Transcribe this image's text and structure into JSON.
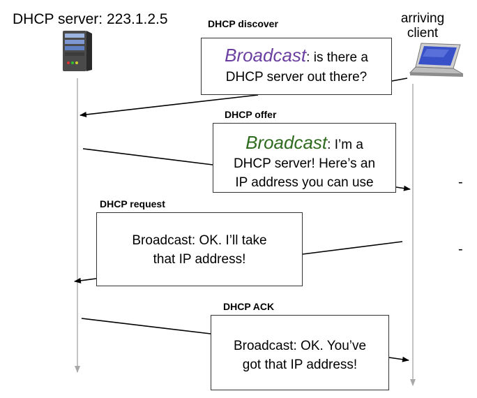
{
  "server": {
    "label": "DHCP server: 223.1.2.5",
    "icon": "server-icon"
  },
  "client": {
    "label_line1": "arriving",
    "label_line2": "client",
    "icon": "laptop-icon"
  },
  "messages": [
    {
      "title": "DHCP discover",
      "emphasis": "Broadcast",
      "text_a": ": is there a",
      "text_b": "DHCP server out there?"
    },
    {
      "title": "DHCP offer",
      "emphasis": "Broadcast",
      "text_a": ": I’m a",
      "text_b": "DHCP server! Here’s an",
      "text_c": "IP address you can use"
    },
    {
      "title": "DHCP request",
      "text_a": "Broadcast: OK.  I’ll take",
      "text_b": "that IP address!"
    },
    {
      "title": "DHCP ACK",
      "text_a": "Broadcast: OK.  You’ve",
      "text_b": "got that IP address!"
    }
  ],
  "bullets": [
    "-",
    "-"
  ],
  "colors": {
    "broadcast_discover": "#6a3fa0",
    "broadcast_offer": "#2e6b1e",
    "timeline": "#b0b0b0",
    "arrow": "#000000"
  }
}
